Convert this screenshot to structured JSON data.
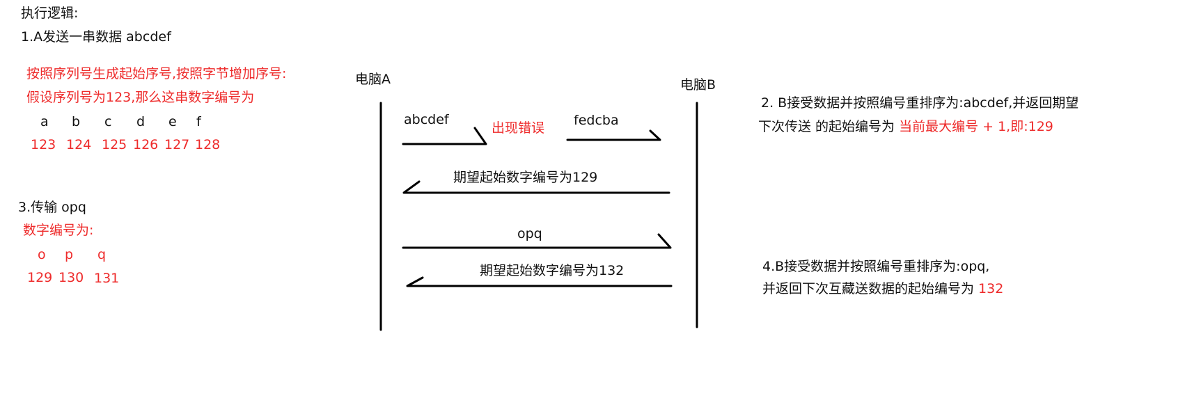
{
  "notes": {
    "title": "执行逻辑:",
    "step1": "1.A发送一串数据 abcdef",
    "numbering_rule_line1": "按照序列号生成起始序号,按照字节增加序号:",
    "numbering_rule_line2": "假设序列号为123,那么这串数字编号为",
    "step1_letters": [
      "a",
      "b",
      "c",
      "d",
      "e",
      "f"
    ],
    "step1_numbers": [
      "123",
      "124",
      "125",
      "126",
      "127",
      "128"
    ],
    "step3": "3.传输 opq",
    "step3_subtitle": "数字编号为:",
    "step3_letters": [
      "o",
      "p",
      "q"
    ],
    "step3_numbers": [
      "129",
      "130",
      "131"
    ],
    "step2_line1": "2. B接受数据并按照编号重排序为:abcdef,并返回期望",
    "step2_line2_prefix": "下次传送 的起始编号为 ",
    "step2_line2_highlight": "当前最大编号 + 1,即:129",
    "step4_line1": "4.B接受数据并按照编号重排序为:opq,",
    "step4_line2_prefix": "并返回下次互藏送数据的起始编号为 ",
    "step4_line2_highlight": "132"
  },
  "sequence": {
    "node_a": "电脑A",
    "node_b": "电脑B",
    "msg1": "abcdef",
    "error_label": "出现错误",
    "msg1_retry": "fedcba",
    "ack1": "期望起始数字编号为129",
    "msg2": "opq",
    "ack2": "期望起始数字编号为132"
  },
  "colors": {
    "text": "#111111",
    "highlight": "#ee2b2b",
    "line": "#000000"
  }
}
